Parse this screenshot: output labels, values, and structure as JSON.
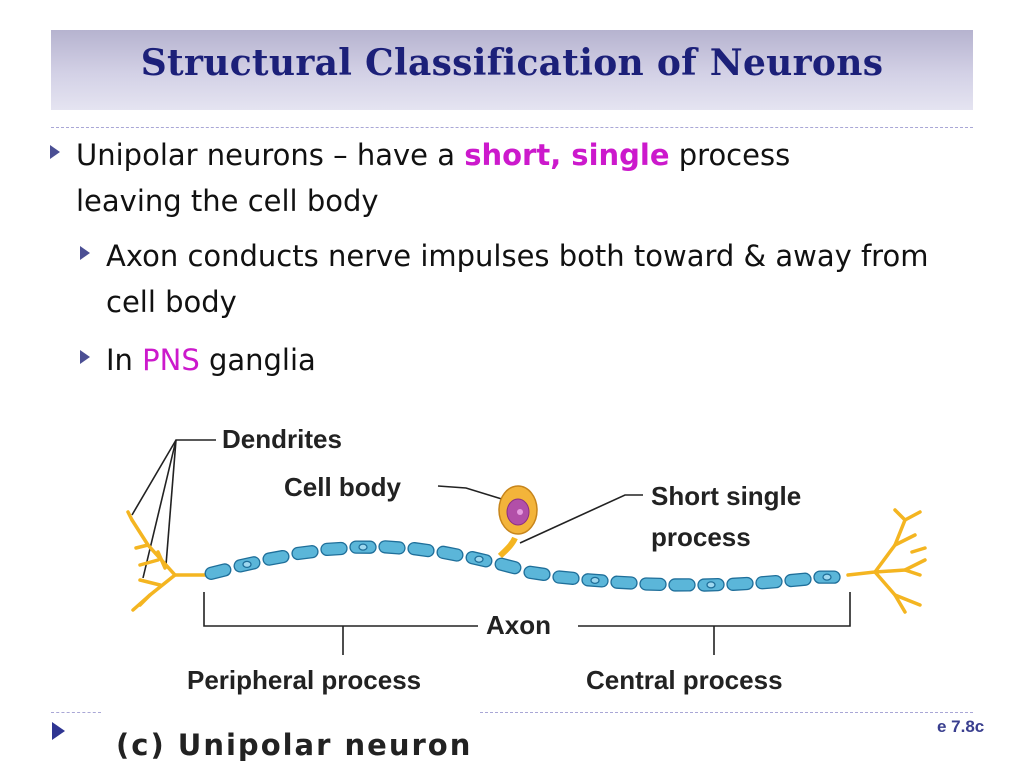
{
  "slide": {
    "title": "Structural Classification of Neurons",
    "bullets": [
      {
        "prefix": "Unipolar neurons – have a ",
        "highlight": "short, single",
        "suffix": " process leaving the cell body"
      },
      {
        "text": "Axon conducts nerve impulses both toward & away from cell body"
      },
      {
        "prefix": "In ",
        "highlight": "PNS",
        "suffix": " ganglia"
      }
    ],
    "highlight_color": "#cc19cc",
    "title_color": "#1c2079",
    "figure_ref": "e 7.8c"
  },
  "diagram": {
    "labels": {
      "dendrites": "Dendrites",
      "cell_body": "Cell body",
      "short_single_process": [
        "Short single",
        "process"
      ],
      "axon": "Axon",
      "peripheral_process": "Peripheral process",
      "central_process": "Central process"
    },
    "caption": "(c) Unipolar neuron",
    "colors": {
      "segment": "#5bb6d9",
      "segment_edge": "#1f6f9a",
      "cell_body": "#f3b43a",
      "nucleus": "#b24fa8",
      "dendrite": "#f4b521"
    }
  }
}
